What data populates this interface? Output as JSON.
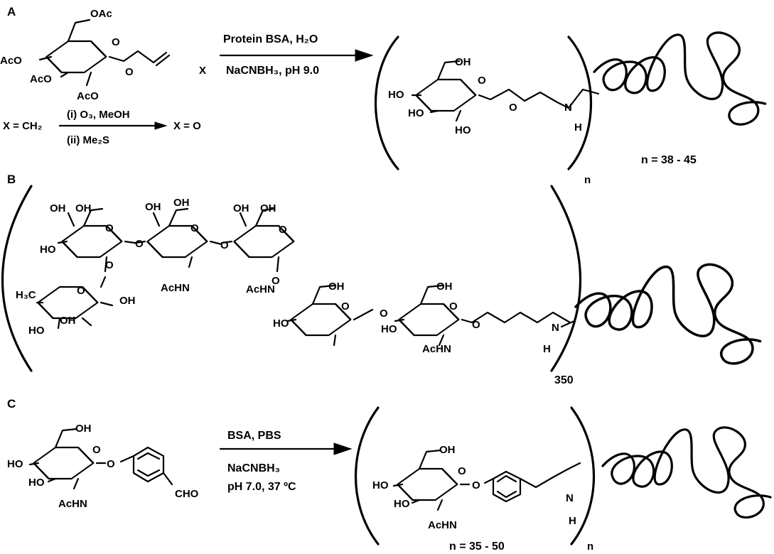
{
  "sections": {
    "a": "A",
    "b": "B",
    "c": "C"
  },
  "scheme_a": {
    "reagents_top": "Protein BSA, H₂O",
    "reagents_bottom": "NaCNBH₃, pH 9.0",
    "ozonolysis_step1": "(i) O₃, MeOH",
    "ozonolysis_step2": "(ii) Me₂S",
    "x_start": "X = CH₂",
    "x_end": "X = O",
    "sm_oac": "OAc",
    "sm_aco_left": "AcO",
    "sm_aco_mid": "AcO",
    "sm_aco_bottom": "AcO",
    "sm_o_anomeric": "O",
    "sm_x": "X",
    "sm_ring_o": "O",
    "prod_oh_top": "OH",
    "prod_ho_left": "HO",
    "prod_ho_mid": "HO",
    "prod_ho_bottom": "HO",
    "prod_ring_o": "O",
    "prod_o_link": "O",
    "prod_n": "N",
    "prod_h": "H",
    "subscript": "n",
    "loading": "n = 38 - 45"
  },
  "scheme_b": {
    "oh1": "OH",
    "oh2": "OH",
    "oh3": "OH",
    "oh4": "OH",
    "oh5": "OH",
    "oh6": "OH",
    "oh7": "OH",
    "oh8": "OH",
    "oh9": "OH",
    "oh10": "OH",
    "ho1": "HO",
    "ho2": "HO",
    "ho3": "HO",
    "ho4": "HO",
    "achn1": "AcHN",
    "achn2": "AcHN",
    "achn3": "AcHN",
    "h3c": "H₃C",
    "o_link1": "O",
    "o_link2": "O",
    "o_link3": "O",
    "o_link4": "O",
    "o_link5": "O",
    "o_link6": "O",
    "ring_o1": "O",
    "ring_o2": "O",
    "ring_o3": "O",
    "ring_o4": "O",
    "ring_o5": "O",
    "ring_o6": "O",
    "n": "N",
    "h": "H",
    "subscript": "350"
  },
  "scheme_c": {
    "reagents_top": "BSA, PBS",
    "reagents_mid": "NaCNBH₃",
    "reagents_bottom": "pH 7.0, 37 ºC",
    "sm_oh": "OH",
    "sm_ho_left": "HO",
    "sm_ho_mid": "HO",
    "sm_achn": "AcHN",
    "sm_o_link": "O",
    "sm_ring_o": "O",
    "sm_cho": "CHO",
    "prod_oh": "OH",
    "prod_ho_left": "HO",
    "prod_ho_mid": "HO",
    "prod_achn": "AcHN",
    "prod_o_link": "O",
    "prod_ring_o": "O",
    "prod_n": "N",
    "prod_h": "H",
    "loading": "n = 35 - 50",
    "subscript": "n"
  }
}
